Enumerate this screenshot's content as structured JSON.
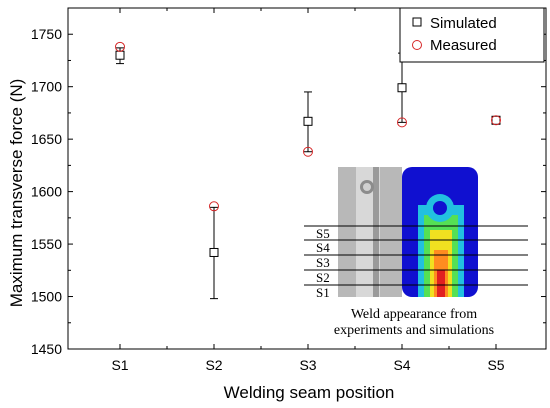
{
  "chart_data": {
    "type": "scatter",
    "categories": [
      "S1",
      "S2",
      "S3",
      "S4",
      "S5"
    ],
    "xlabel": "Welding seam position",
    "ylabel": "Maximum transverse force (N)",
    "ylim": [
      1450,
      1775
    ],
    "yticks": [
      1450,
      1500,
      1550,
      1600,
      1650,
      1700,
      1750
    ],
    "grid": false,
    "legend_position": "top-right",
    "series": [
      {
        "name": "Simulated",
        "marker": "open-square",
        "color": "#000000",
        "values": [
          1730,
          1542,
          1667,
          1699,
          1668
        ],
        "error_low": [
          1722,
          1498,
          1638,
          1666,
          1665
        ],
        "error_high": [
          1737,
          1585,
          1695,
          1732,
          1671
        ]
      },
      {
        "name": "Measured",
        "marker": "open-circle",
        "color": "#d62728",
        "values": [
          1738,
          1586,
          1638,
          1666,
          1668
        ]
      }
    ],
    "inset": {
      "labels": [
        "S5",
        "S4",
        "S3",
        "S2",
        "S1"
      ],
      "caption": [
        "Weld appearance from",
        "experiments and simulations"
      ]
    }
  }
}
